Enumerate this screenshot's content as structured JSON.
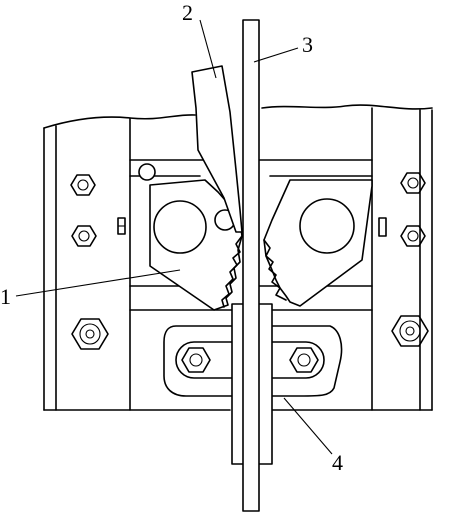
{
  "labels": {
    "part1": "1",
    "part2": "2",
    "part3": "3",
    "part4": "4"
  },
  "colors": {
    "stroke": "#000000",
    "background": "#ffffff"
  }
}
